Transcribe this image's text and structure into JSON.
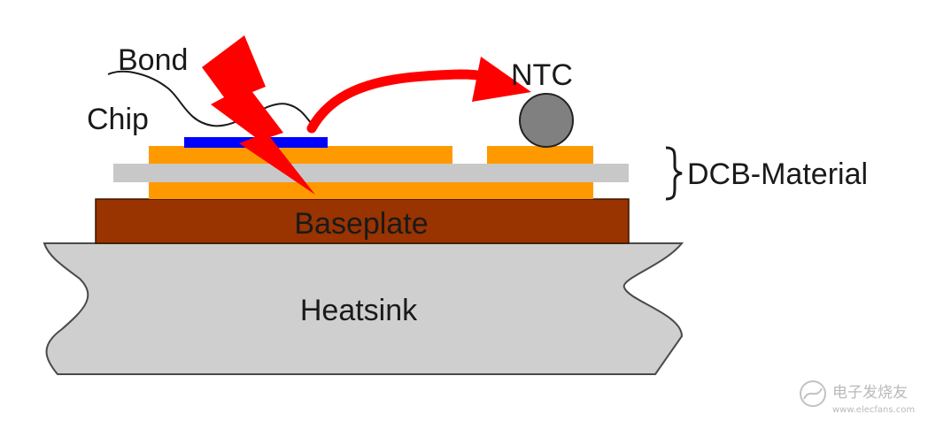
{
  "labels": {
    "bond": "Bond",
    "chip": "Chip",
    "ntc": "NTC",
    "dcb_material": "DCB-Material",
    "baseplate": "Baseplate",
    "heatsink": "Heatsink"
  },
  "watermark": {
    "cn": "电子发烧友",
    "url": "www.elecfans.com"
  },
  "colors": {
    "heatsink": "#cfcfcf",
    "baseplate": "#993300",
    "copper_layer": "#ff9900",
    "ceramic_layer": "#c8c8c8",
    "chip": "#0000ff",
    "lightning_arrow": "#ff0000",
    "ntc": "#808080",
    "outline": "#333333"
  },
  "icons": {
    "heat_flow": "lightning-bolt-icon",
    "heat_transfer": "curved-arrow-icon",
    "sensor": "ntc-thermistor-icon"
  }
}
